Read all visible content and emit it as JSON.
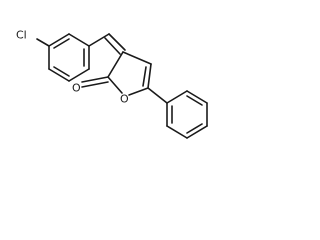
{
  "atoms": {
    "chlorine": "Cl",
    "carbonyl_oxygen": "O",
    "ring_oxygen": "O"
  }
}
